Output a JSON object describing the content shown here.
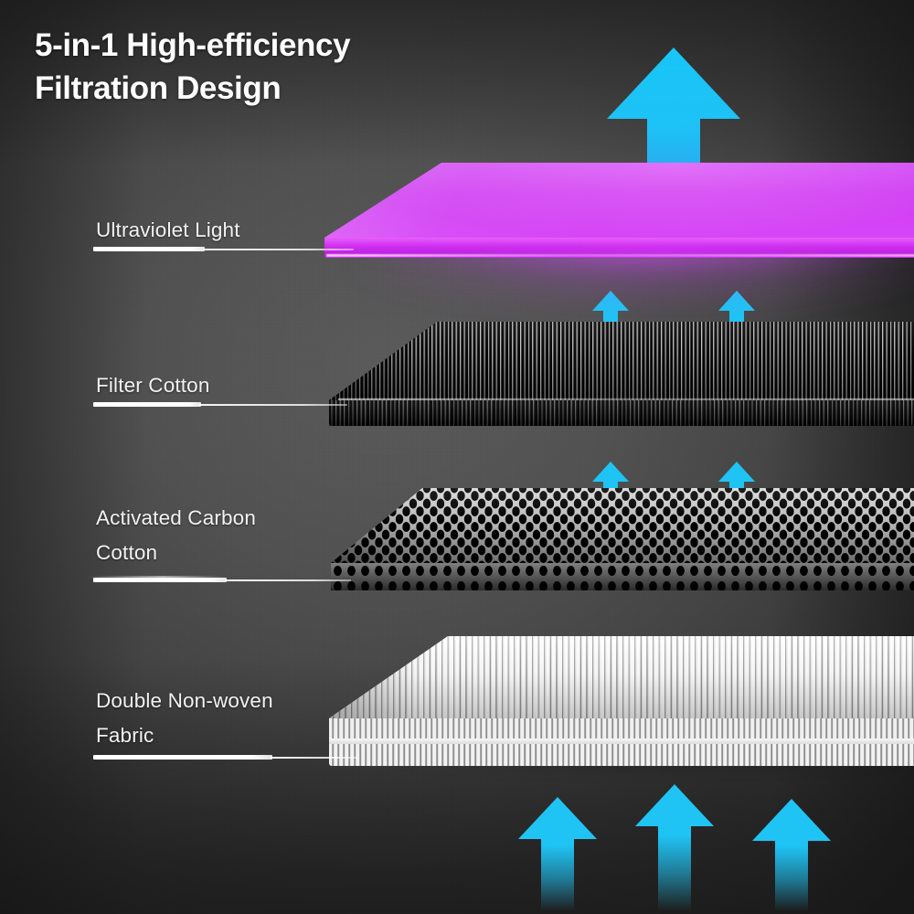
{
  "title": "5-in-1 High-efficiency\nFiltration Design",
  "colors": {
    "background_center": "#555555",
    "background_edge": "#2e2e2e",
    "title_text": "#ffffff",
    "label_text": "#f2f2f2",
    "leader_line": "#ffffff",
    "uv_layer": "#d13ff2",
    "uv_glow": "#c84cf0",
    "arrow_cyan": "#1fc4f5",
    "filter_cotton": "#0a0a0a",
    "activated_carbon": "#d9d9d9",
    "non_woven_fabric": "#f4f4f4"
  },
  "layers": [
    {
      "id": "ultraviolet-light",
      "label": "Ultraviolet Light",
      "material": "uv-panel",
      "color": "#d13ff2"
    },
    {
      "id": "filter-cotton",
      "label": "Filter Cotton",
      "material": "pleated-dark-hepa",
      "color": "#0a0a0a"
    },
    {
      "id": "activated-carbon-cotton",
      "label": "Activated Carbon\nCotton",
      "material": "honeycomb-mesh",
      "color": "#d9d9d9"
    },
    {
      "id": "double-non-woven-fabric",
      "label": "Double Non-woven\nFabric",
      "material": "white-pleated-double",
      "color": "#f4f4f4"
    }
  ],
  "airflow": {
    "direction": "upward",
    "arrow_color": "#1fc4f5",
    "groups": [
      {
        "name": "exhaust-top",
        "count": 1,
        "size": "large"
      },
      {
        "name": "between-uv-and-filter-cotton",
        "count": 2,
        "size": "small"
      },
      {
        "name": "between-filter-cotton-and-carbon",
        "count": 2,
        "size": "small"
      },
      {
        "name": "intake-bottom",
        "count": 3,
        "size": "medium"
      }
    ]
  }
}
